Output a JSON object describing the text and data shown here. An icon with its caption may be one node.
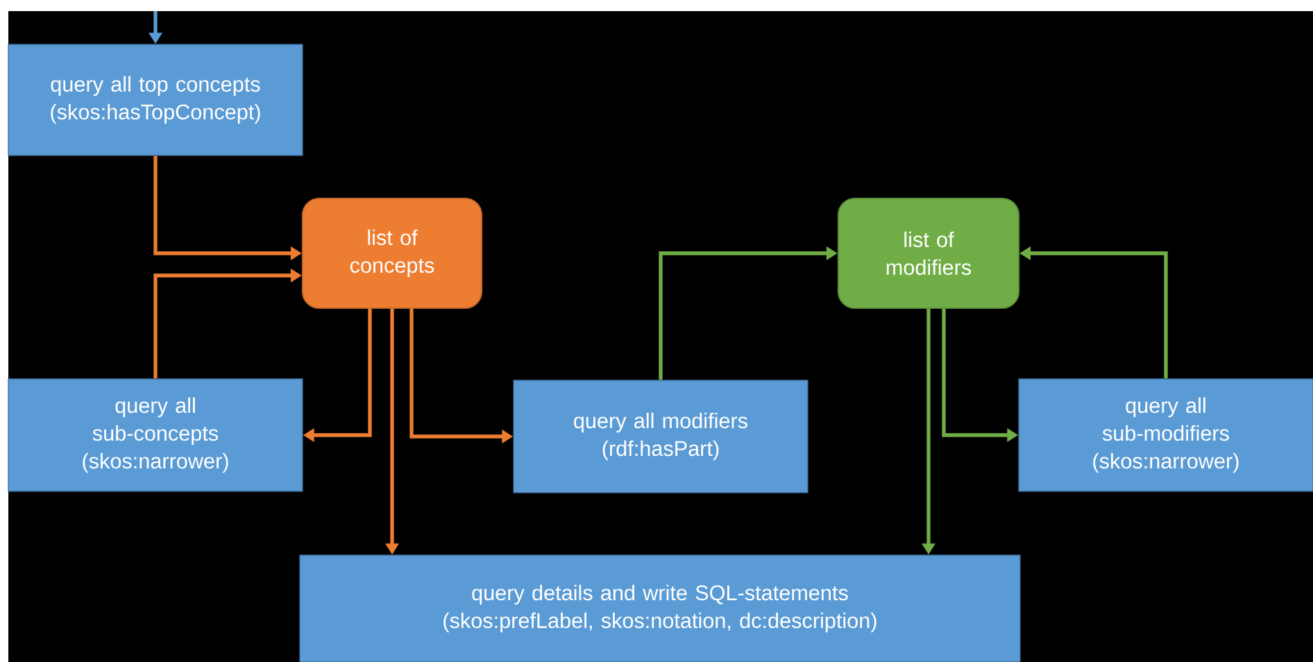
{
  "diagram": {
    "nodes": [
      {
        "text": [
          "query all top concepts",
          "(skos:hasTopConcept)"
        ]
      },
      {
        "text": [
          "list of concepts"
        ]
      },
      {
        "text": [
          "query all sub-concepts",
          "(skos:narrower)"
        ]
      },
      {
        "text": [
          "query all modifiers",
          "(rdf:hasPart)"
        ]
      },
      {
        "text": [
          "list of modifiers"
        ]
      },
      {
        "text": [
          "query all sub-modifiers",
          "(skos:narrower)"
        ]
      },
      {
        "text": [
          "query details and write SQL-statements",
          "(skos:prefLabel, skos:notation, dc:description)"
        ]
      }
    ],
    "edges": [
      {
        "from": null,
        "to": 0,
        "arrow": "to",
        "color": "#5b9bd5"
      },
      {
        "from": 0,
        "to": 1,
        "arrow": "to",
        "color": "#ed7d31"
      },
      {
        "from": 2,
        "to": 1,
        "arrow": "to",
        "color": "#ed7d31"
      },
      {
        "from": 1,
        "to": 2,
        "arrow": "to",
        "color": "#ed7d31"
      },
      {
        "from": 1,
        "to": 3,
        "arrow": "to",
        "color": "#ed7d31"
      },
      {
        "from": 1,
        "to": 6,
        "arrow": "to",
        "color": "#ed7d31"
      },
      {
        "from": 3,
        "to": 4,
        "arrow": "to",
        "color": "#70ad47"
      },
      {
        "from": 5,
        "to": 4,
        "arrow": "to",
        "color": "#70ad47"
      },
      {
        "from": 4,
        "to": 6,
        "arrow": "to",
        "color": "#70ad47"
      },
      {
        "from": 4,
        "to": 5,
        "arrow": "to",
        "color": "#70ad47"
      }
    ]
  }
}
